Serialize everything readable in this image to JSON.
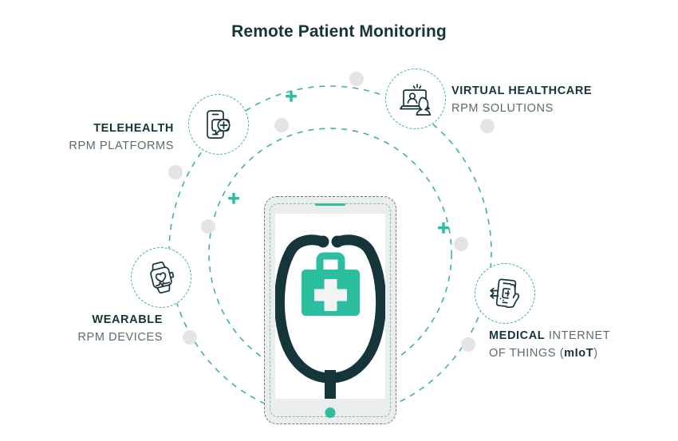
{
  "title": "Remote Patient Monitoring",
  "colors": {
    "teal_accent": "#2bbfa0",
    "dark_teal": "#16353a",
    "ring_dash": "#3db39a",
    "dot_gray": "#e3e4e4",
    "label_gray": "#5c6b70",
    "phone_body": "#ebecec"
  },
  "labels": {
    "telehealth": {
      "line1": "TELEHEALTH",
      "line2": "RPM PLATFORMS",
      "icon": "phone-chat-plus-icon"
    },
    "virtual": {
      "line1": "VIRTUAL HEALTHCARE",
      "line2": "RPM SOLUTIONS",
      "icon": "laptop-video-consult-icon"
    },
    "wearable": {
      "line1": "WEARABLE",
      "line2": "RPM DEVICES",
      "icon": "smartwatch-heart-icon"
    },
    "miot": {
      "line1_strong": "MEDICAL",
      "line1_rest": " INTERNET",
      "line2_pre": "OF THINGS (",
      "line2_strong": "mIoT",
      "line2_post": ")",
      "icon": "hand-phone-cross-icon"
    }
  },
  "center": {
    "device": "smartphone",
    "artwork": "stethoscope-with-medical-bag",
    "speaker": "speaker-bar",
    "home_button": "home-button"
  },
  "decor": {
    "rings": 2,
    "dot_count": 8,
    "plus_count": 3
  }
}
